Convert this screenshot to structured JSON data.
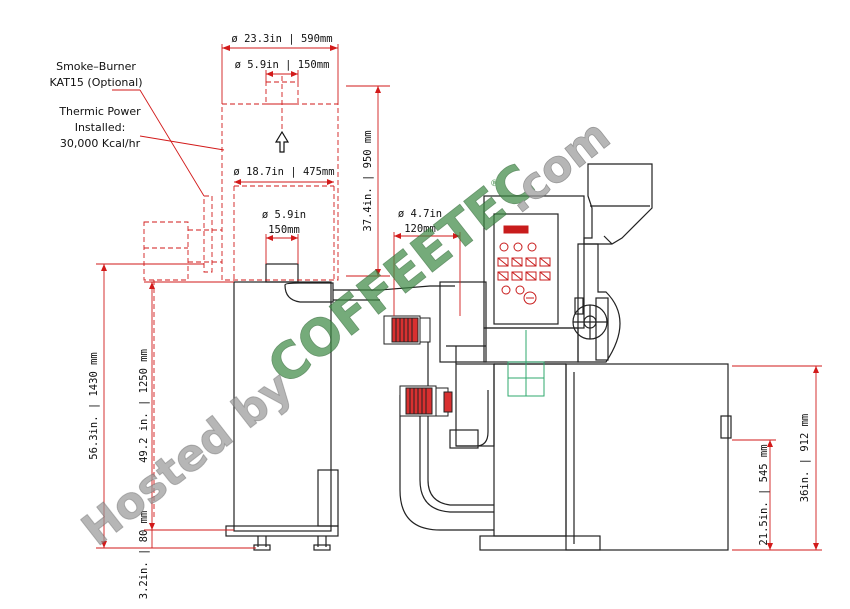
{
  "callouts": {
    "smoke_burner_line1": "Smoke–Burner",
    "smoke_burner_line2": "KAT15 (Optional)",
    "thermic_line1": "Thermic Power",
    "thermic_line2": "Installed:",
    "thermic_line3": "30,000 Kcal/hr"
  },
  "dimensions": {
    "top_diameter": "ø 23.3in | 590mm",
    "chimney_diameter": "ø 5.9in | 150mm",
    "mid_diameter": "ø 18.7in | 475mm",
    "inner_diameter_in": "ø 5.9in",
    "inner_diameter_mm": "150mm",
    "height_950": "37.4in. | 950 mm",
    "height_1430": "56.3in. | 1430 mm",
    "height_1250": "49.2 in. | 1250 mm",
    "height_80": "3.2in. | 80 mm",
    "duct_diameter_in": "ø 4.7in",
    "duct_diameter_mm": "120mm",
    "height_545": "21.5in. | 545 mm",
    "height_912": "36in. | 912 mm"
  },
  "watermark": {
    "hosted": "Hosted by",
    "brand": "COFFEETEC",
    "domain": ".com",
    "registered": "®"
  },
  "colors": {
    "line": "#222222",
    "dimension": "#d21a1a",
    "motor_red": "#d93030",
    "watermark_grey": "#9a9a9a",
    "watermark_green": "#3f8a46",
    "accent_green": "#2fa86e"
  }
}
